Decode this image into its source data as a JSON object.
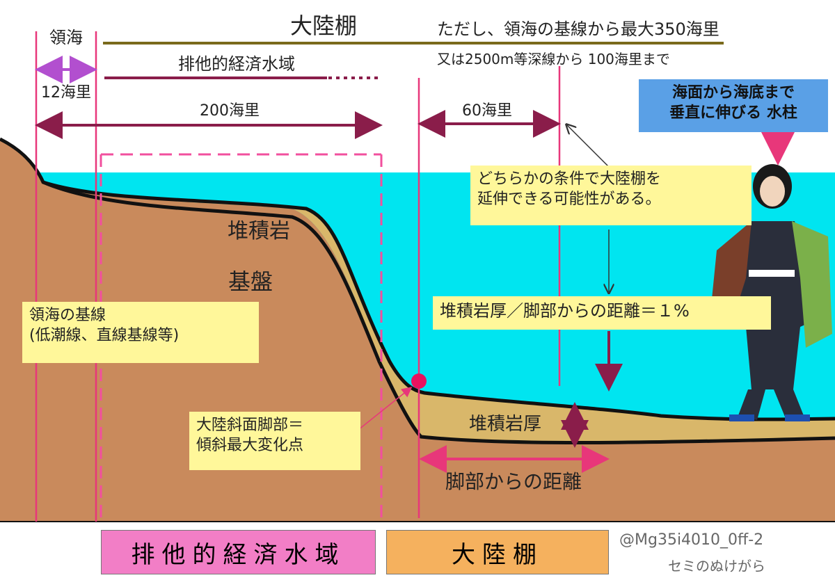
{
  "labels": {
    "territorial_sea": "領海",
    "nm12": "12海里",
    "continental_shelf_top": "大陸棚",
    "condition_line1": "ただし、領海の基線から最大350海里",
    "condition_line2": "又は2500m等深線から 100海里まで",
    "eez_top": "排他的経済水域",
    "nm200": "200海里",
    "nm60": "60海里",
    "sediment": "堆積岩",
    "basement": "基盤",
    "sediment_thickness": "堆積岩厚",
    "distance_from_foot": "脚部からの距離"
  },
  "notes": {
    "water_column": "海面から海底まで\n垂直に伸びる 水柱",
    "either_condition": "どちらかの条件で大陸棚を\n延伸できる可能性がある。",
    "one_percent": "堆積岩厚／脚部からの距離＝１%",
    "baseline": "領海の基線\n(低潮線、直線基線等)",
    "foot_of_slope": "大陸斜面脚部＝\n傾斜最大変化点"
  },
  "bottom": {
    "eez": "排他的経済水域",
    "shelf": "大陸棚"
  },
  "credit": {
    "line1": "@Mg35i4010_0ff-2",
    "line2": "セミのぬけがら"
  },
  "colors": {
    "sea": "#00e5f0",
    "bedrock": "#c98a5c",
    "sediment": "#d9b76a",
    "pink": "#e8377a",
    "maroon": "#8a1d4a",
    "olive": "#7a6a1c",
    "note_yellow": "#fff79a",
    "note_blue": "#5aa0e6",
    "eez_box": "#f27ec6",
    "shelf_box": "#f5b15e"
  }
}
